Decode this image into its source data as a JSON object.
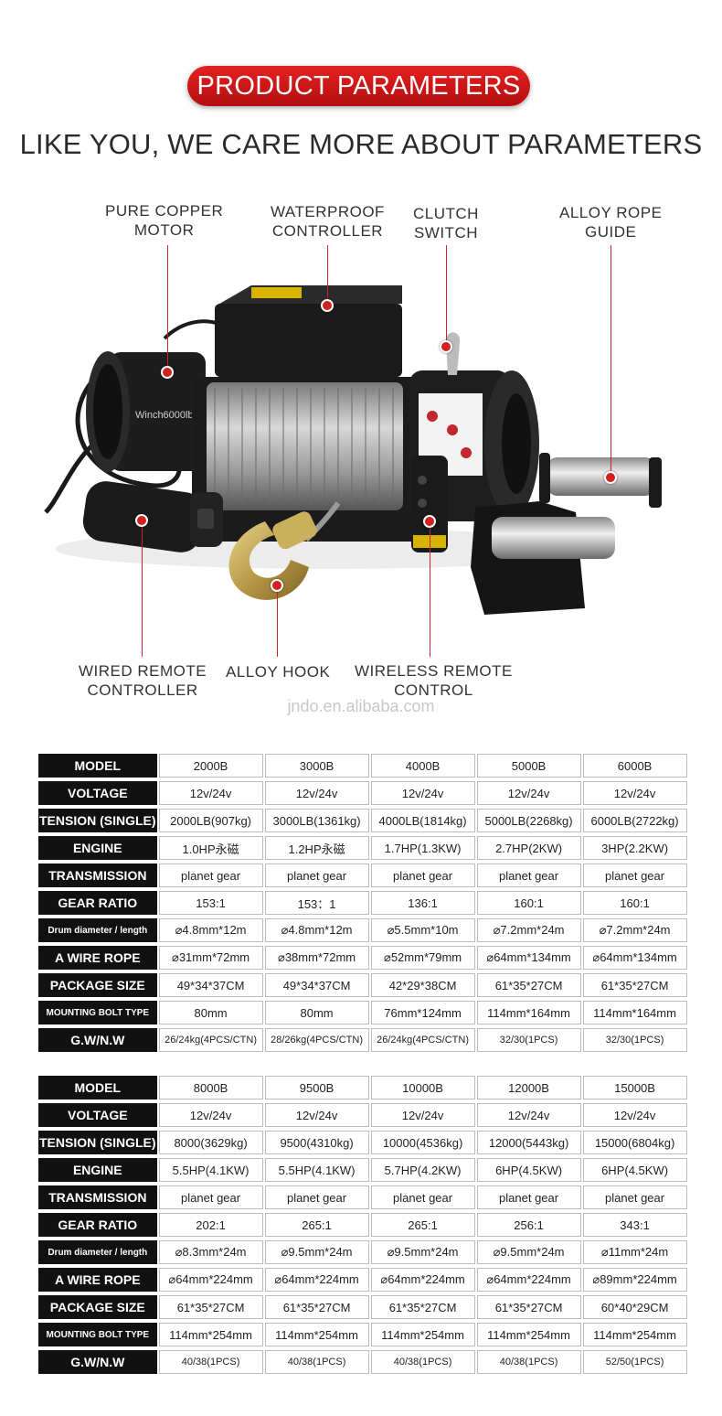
{
  "header": {
    "badge": "PRODUCT PARAMETERS",
    "headline": "LIKE YOU, WE CARE MORE ABOUT PARAMETERS"
  },
  "callouts": {
    "motor": "PURE COPPER\nMOTOR",
    "controller": "WATERPROOF\nCONTROLLER",
    "clutch": "CLUTCH\nSWITCH",
    "guide": "ALLOY ROPE\nGUIDE",
    "wired": "WIRED REMOTE\nCONTROLLER",
    "hook": "ALLOY HOOK",
    "wireless": "WIRELESS REMOTE\nCONTROL"
  },
  "product": {
    "model_print": "Winch6000lb"
  },
  "watermark": "jndo.en.alibaba.com",
  "colors": {
    "accent": "#d32020",
    "header_cell": "#111111"
  },
  "table1": {
    "rows": [
      {
        "label": "MODEL",
        "cells": [
          "2000B",
          "3000B",
          "4000B",
          "5000B",
          "6000B"
        ]
      },
      {
        "label": "VOLTAGE",
        "cells": [
          "12v/24v",
          "12v/24v",
          "12v/24v",
          "12v/24v",
          "12v/24v"
        ]
      },
      {
        "label": "TENSION (SINGLE)",
        "cells": [
          "2000LB(907kg)",
          "3000LB(1361kg)",
          "4000LB(1814kg)",
          "5000LB(2268kg)",
          "6000LB(2722kg)"
        ]
      },
      {
        "label": "ENGINE",
        "cells": [
          "1.0HP永磁",
          "1.2HP永磁",
          "1.7HP(1.3KW)",
          "2.7HP(2KW)",
          "3HP(2.2KW)"
        ]
      },
      {
        "label": "TRANSMISSION",
        "cells": [
          "planet gear",
          "planet gear",
          "planet gear",
          "planet gear",
          "planet gear"
        ]
      },
      {
        "label": "GEAR RATIO",
        "cells": [
          "153:1",
          "153：1",
          "136:1",
          "160:1",
          "160:1"
        ]
      },
      {
        "label": "Drum diameter / length",
        "cells": [
          "⌀4.8mm*12m",
          "⌀4.8mm*12m",
          "⌀5.5mm*10m",
          "⌀7.2mm*24m",
          "⌀7.2mm*24m"
        ]
      },
      {
        "label": "A WIRE ROPE",
        "cells": [
          "⌀31mm*72mm",
          "⌀38mm*72mm",
          "⌀52mm*79mm",
          "⌀64mm*134mm",
          "⌀64mm*134mm"
        ]
      },
      {
        "label": "PACKAGE SIZE",
        "cells": [
          "49*34*37CM",
          "49*34*37CM",
          "42*29*38CM",
          "61*35*27CM",
          "61*35*27CM"
        ]
      },
      {
        "label": "MOUNTING BOLT TYPE",
        "cells": [
          "80mm",
          "80mm",
          "76mm*124mm",
          "114mm*164mm",
          "114mm*164mm"
        ]
      },
      {
        "label": "G.W/N.W",
        "cells": [
          "26/24kg(4PCS/CTN)",
          "28/26kg(4PCS/CTN)",
          "26/24kg(4PCS/CTN)",
          "32/30(1PCS)",
          "32/30(1PCS)"
        ]
      }
    ]
  },
  "table2": {
    "rows": [
      {
        "label": "MODEL",
        "cells": [
          "8000B",
          "9500B",
          "10000B",
          "12000B",
          "15000B"
        ]
      },
      {
        "label": "VOLTAGE",
        "cells": [
          "12v/24v",
          "12v/24v",
          "12v/24v",
          "12v/24v",
          "12v/24v"
        ]
      },
      {
        "label": "TENSION (SINGLE)",
        "cells": [
          "8000(3629kg)",
          "9500(4310kg)",
          "10000(4536kg)",
          "12000(5443kg)",
          "15000(6804kg)"
        ]
      },
      {
        "label": "ENGINE",
        "cells": [
          "5.5HP(4.1KW)",
          "5.5HP(4.1KW)",
          "5.7HP(4.2KW)",
          "6HP(4.5KW)",
          "6HP(4.5KW)"
        ]
      },
      {
        "label": "TRANSMISSION",
        "cells": [
          "planet gear",
          "planet gear",
          "planet gear",
          "planet gear",
          "planet gear"
        ]
      },
      {
        "label": "GEAR RATIO",
        "cells": [
          "202:1",
          "265:1",
          "265:1",
          "256:1",
          "343:1"
        ]
      },
      {
        "label": "Drum diameter / length",
        "cells": [
          "⌀8.3mm*24m",
          "⌀9.5mm*24m",
          "⌀9.5mm*24m",
          "⌀9.5mm*24m",
          "⌀11mm*24m"
        ]
      },
      {
        "label": "A WIRE ROPE",
        "cells": [
          "⌀64mm*224mm",
          "⌀64mm*224mm",
          "⌀64mm*224mm",
          "⌀64mm*224mm",
          "⌀89mm*224mm"
        ]
      },
      {
        "label": "PACKAGE SIZE",
        "cells": [
          "61*35*27CM",
          "61*35*27CM",
          "61*35*27CM",
          "61*35*27CM",
          "60*40*29CM"
        ]
      },
      {
        "label": "MOUNTING BOLT TYPE",
        "cells": [
          "114mm*254mm",
          "114mm*254mm",
          "114mm*254mm",
          "114mm*254mm",
          "114mm*254mm"
        ]
      },
      {
        "label": "G.W/N.W",
        "cells": [
          "40/38(1PCS)",
          "40/38(1PCS)",
          "40/38(1PCS)",
          "40/38(1PCS)",
          "52/50(1PCS)"
        ]
      }
    ]
  }
}
